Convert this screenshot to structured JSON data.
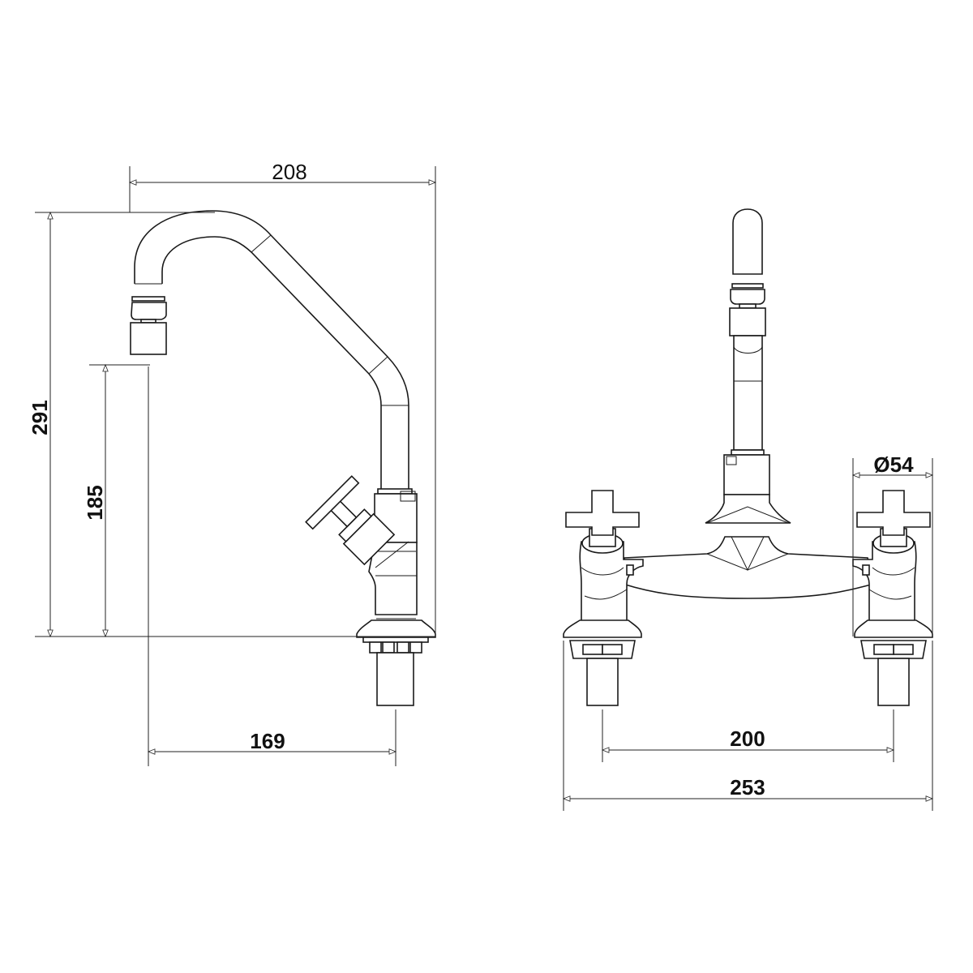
{
  "title": "Faucet technical drawing",
  "side_view": {
    "dims": {
      "width_total": "208",
      "height_total": "291",
      "spout_height": "185",
      "spout_reach": "169"
    }
  },
  "front_view": {
    "dims": {
      "diameter": "Ø54",
      "center_distance": "200",
      "width_total": "253"
    }
  }
}
